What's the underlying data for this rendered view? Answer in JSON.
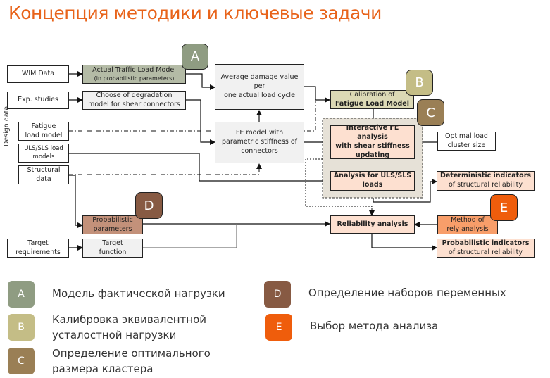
{
  "title": "Концепция методики и ключевые задачи",
  "colors": {
    "title": "#e8631a",
    "badge_A": "#8f9c82",
    "badge_B": "#c4bd86",
    "badge_C": "#9a7f55",
    "badge_D": "#875a43",
    "badge_E": "#ef5d0c"
  },
  "side_label": "Design data",
  "boxes": {
    "wim_data": "WIM Data",
    "exp_studies": "Exp. studies",
    "fatigue_load_model_1": "Fatigue",
    "fatigue_load_model_2": "load model",
    "uls_sls_models_1": "ULS/SLS load",
    "uls_sls_models_2": "models",
    "structural_data_1": "Structural",
    "structural_data_2": "data",
    "target_requirements_1": "Target",
    "target_requirements_2": "requirements",
    "actual_traffic_1": "Actual Traffic Load Model",
    "actual_traffic_2": "(in probabilistic parameters)",
    "degradation_1": "Choose of degradation",
    "degradation_2": "model for shear connectors",
    "avg_damage_1": "Average damage value",
    "avg_damage_2": "per",
    "avg_damage_3": "one actual load cycle",
    "fe_model_1": "FE model with",
    "fe_model_2": "parametric stiffness of",
    "fe_model_3": "connectors",
    "calibration_1": "Calibration of",
    "calibration_2": "Fatigue Load Model",
    "interactive_1": "Interactive FE analysis",
    "interactive_2": "with shear stiffness",
    "interactive_3": "updating",
    "uls_analysis_1": "Analysis for ULS/SLS",
    "uls_analysis_2": "loads",
    "optimal_1": "Optimal load",
    "optimal_2": "cluster size",
    "deterministic_1": "Deterministic indicators",
    "deterministic_2": "of structural reliability",
    "prob_params_1": "Probabilistic",
    "prob_params_2": "parameters",
    "target_function_1": "Target",
    "target_function_2": "function",
    "reliability": "Reliability analysis",
    "method_1": "Method of",
    "method_2": "rely analysis",
    "probabilistic_ind_1": "Probabilistic indicators",
    "probabilistic_ind_2": "of structural reliability"
  },
  "badges": {
    "A": "A",
    "B": "B",
    "C": "C",
    "D": "D",
    "E": "E"
  },
  "legend": [
    {
      "letter": "A",
      "text_1": "Модель фактической нагрузки",
      "text_2": ""
    },
    {
      "letter": "B",
      "text_1": "Калибровка эквивалентной",
      "text_2": "усталостной нагрузки"
    },
    {
      "letter": "C",
      "text_1": "Определение оптимального",
      "text_2": "размера кластера"
    },
    {
      "letter": "D",
      "text_1": "Определение наборов переменных",
      "text_2": ""
    },
    {
      "letter": "E",
      "text_1": "Выбор метода анализа",
      "text_2": ""
    }
  ]
}
